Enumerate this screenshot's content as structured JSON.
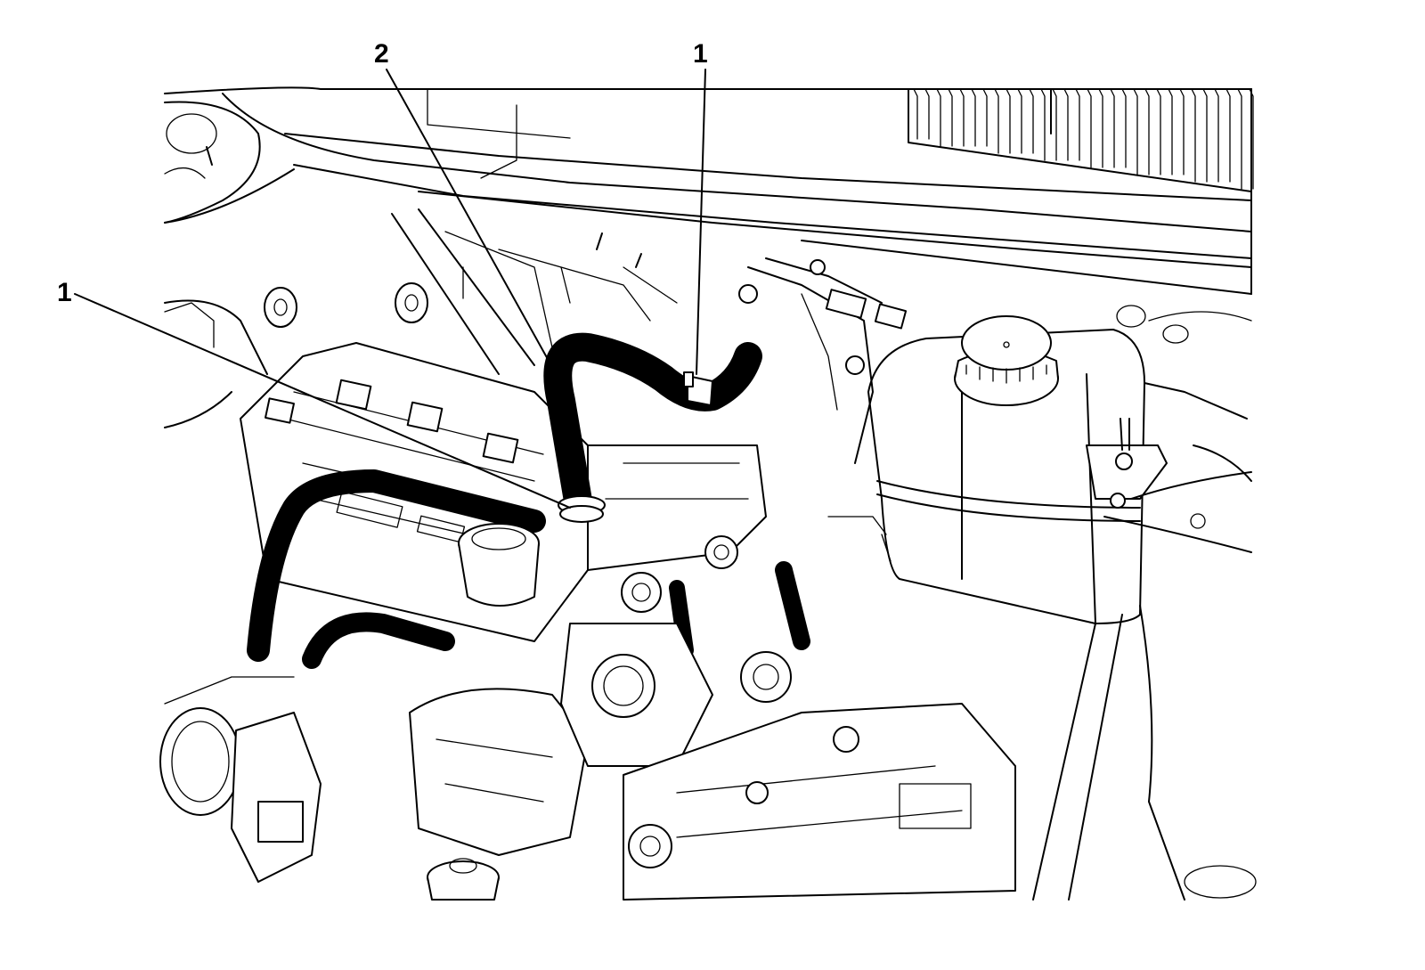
{
  "callouts": {
    "label_2": "2",
    "label_1_top": "1",
    "label_1_left": "1"
  },
  "colors": {
    "line": "#000000",
    "background": "#ffffff"
  }
}
